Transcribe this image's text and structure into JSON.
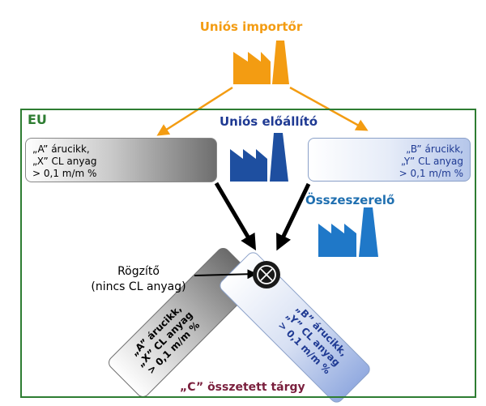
{
  "importer": {
    "label": "Uniós importőr",
    "color": "#f39c12",
    "icon": "factory-icon"
  },
  "eu": {
    "label": "EU",
    "color": "#2e7d32"
  },
  "producer": {
    "label": "Uniós előállító",
    "color": "#1f3a93",
    "icon": "factory-icon"
  },
  "assembler": {
    "label": "Összeszerelő",
    "color": "#1f6fb0",
    "icon": "factory-icon"
  },
  "box_a": {
    "line1": "„A” árucikk,",
    "line2": "„X” CL anyag",
    "line3": "> 0,1 m/m %"
  },
  "box_b": {
    "line1": "„B” árucikk,",
    "line2": "„Y” CL anyag",
    "line3": "> 0,1 m/m %"
  },
  "fixer": {
    "line1": "Rögzítő",
    "line2": "(nincs CL anyag)",
    "icon": "x-circle-icon"
  },
  "bar_a": {
    "line1": "„A” árucikk,",
    "line2": "„X” CL anyag",
    "line3": "> 0,1 m/m %"
  },
  "bar_b": {
    "line1": "„B” árucikk,",
    "line2": "„Y” CL anyag",
    "line3": "> 0,1 m/m %"
  },
  "composite": {
    "label": "„C” összetett tárgy"
  }
}
